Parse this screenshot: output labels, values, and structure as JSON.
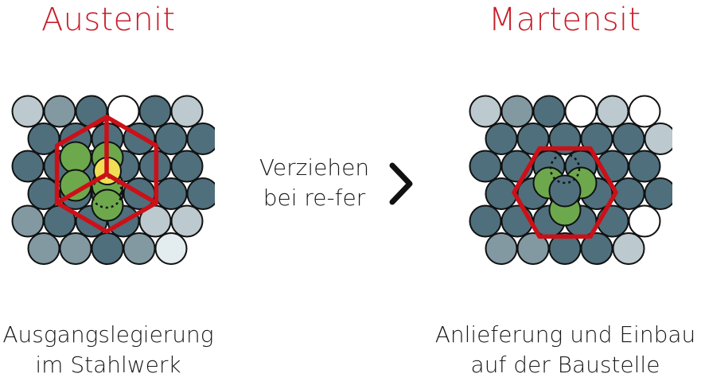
{
  "colors": {
    "title": "#c81e2a",
    "hexagon": "#cc1018",
    "atom_dark": "#4f6f7c",
    "atom_mid": "#8299a2",
    "atom_light": "#bcc9ce",
    "atom_white": "#ffffff",
    "atom_faint": "#e3ecef",
    "atom_green": "#6da84d",
    "atom_yellow": "#f0de56",
    "outline": "#111111"
  },
  "austenite": {
    "title": "Austenit",
    "caption_line1": "Ausgangslegierung",
    "caption_line2": "im Stahlwerk"
  },
  "transition": {
    "line1": "Verziehen",
    "line2": "bei re-fer",
    "arrow_icon": "chevron-right-icon"
  },
  "martensite": {
    "title": "Martensit",
    "caption_line1": "Anlieferung und Einbau",
    "caption_line2": "auf der Baustelle"
  }
}
